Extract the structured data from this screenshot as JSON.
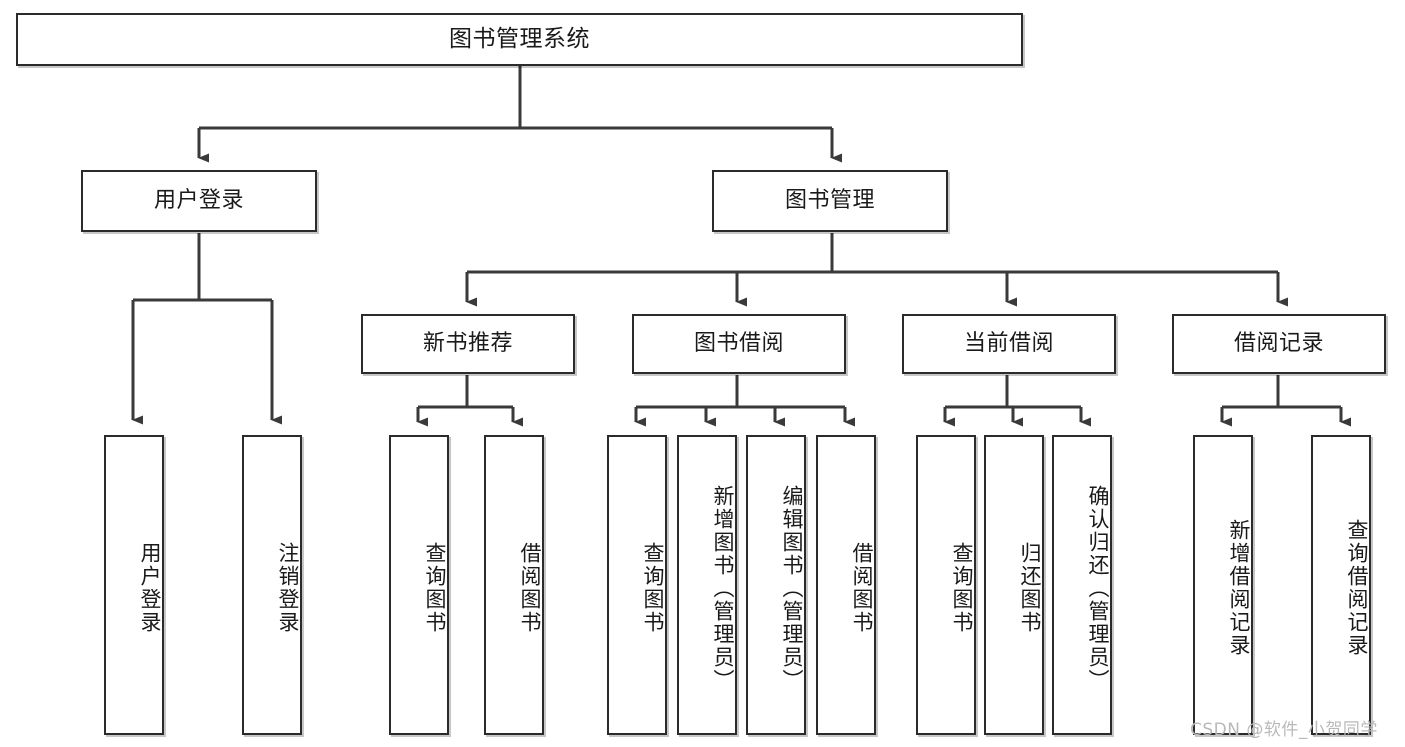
{
  "diagram": {
    "title": "图书管理系统",
    "type": "tree-hierarchy-chart",
    "colors": {
      "box_border": "#2b2b2b",
      "box_fill": "#ffffff",
      "line": "#3a3a3a",
      "text": "#1a1a1a",
      "watermark": "#b9b9b9",
      "background": "#ffffff"
    },
    "watermark": "CSDN @软件_小贺同学",
    "root": {
      "label": "图书管理系统"
    },
    "level2": [
      {
        "id": "user-login",
        "label": "用户登录"
      },
      {
        "id": "book-manage",
        "label": "图书管理"
      }
    ],
    "level3": [
      {
        "id": "new-book-recommend",
        "label": "新书推荐",
        "parent": "book-manage"
      },
      {
        "id": "book-borrow",
        "label": "图书借阅",
        "parent": "book-manage"
      },
      {
        "id": "current-borrow",
        "label": "当前借阅",
        "parent": "book-manage"
      },
      {
        "id": "borrow-record",
        "label": "借阅记录",
        "parent": "book-manage"
      }
    ],
    "leaves": [
      {
        "id": "leaf-user-login",
        "label": "用户登录",
        "parent": "user-login"
      },
      {
        "id": "leaf-logout-login",
        "label": "注销登录",
        "parent": "user-login"
      },
      {
        "id": "leaf-query-book-1",
        "label": "查询图书",
        "parent": "new-book-recommend"
      },
      {
        "id": "leaf-borrow-book-1",
        "label": "借阅图书",
        "parent": "new-book-recommend"
      },
      {
        "id": "leaf-query-book-2",
        "label": "查询图书",
        "parent": "book-borrow"
      },
      {
        "id": "leaf-add-book",
        "label": "新增图书（管理员）",
        "parent": "book-borrow"
      },
      {
        "id": "leaf-edit-book",
        "label": "编辑图书（管理员）",
        "parent": "book-borrow"
      },
      {
        "id": "leaf-borrow-book-2",
        "label": "借阅图书",
        "parent": "book-borrow"
      },
      {
        "id": "leaf-query-book-3",
        "label": "查询图书",
        "parent": "current-borrow"
      },
      {
        "id": "leaf-return-book",
        "label": "归还图书",
        "parent": "current-borrow"
      },
      {
        "id": "leaf-confirm-return",
        "label": "确认归还（管理员）",
        "parent": "current-borrow"
      },
      {
        "id": "leaf-add-record",
        "label": "新增借阅记录",
        "parent": "borrow-record"
      },
      {
        "id": "leaf-query-record",
        "label": "查询借阅记录",
        "parent": "borrow-record"
      }
    ]
  }
}
